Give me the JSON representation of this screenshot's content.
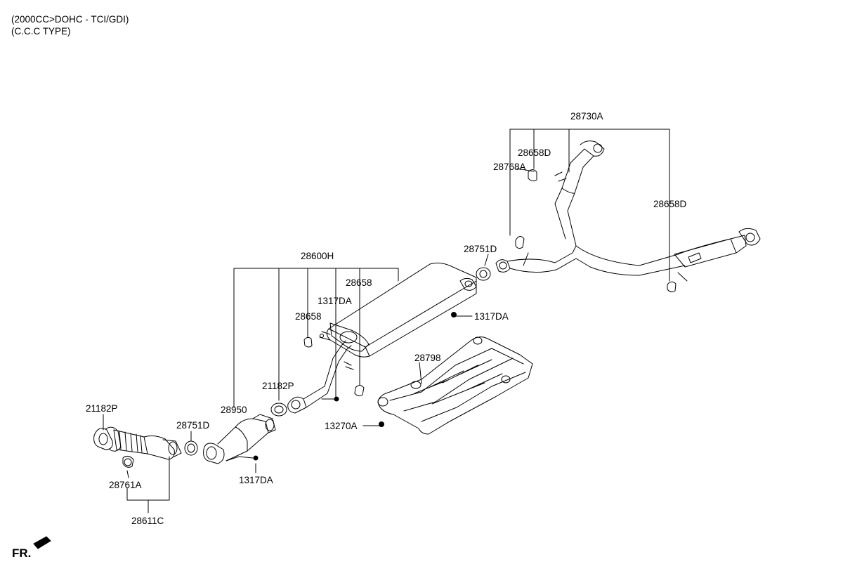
{
  "header": {
    "line1": "(2000CC>DOHC - TCI/GDI)",
    "line2": "(C.C.C TYPE)"
  },
  "direction_indicator": {
    "label": "FR."
  },
  "labels": {
    "l28730A": "28730A",
    "l28658D_a": "28658D",
    "l28768A": "28768A",
    "l28658D_b": "28658D",
    "l28751D_a": "28751D",
    "l28600H": "28600H",
    "l28658_a": "28658",
    "l1317DA_a": "1317DA",
    "l28658_b": "28658",
    "l1317DA_b": "1317DA",
    "l28798": "28798",
    "l21182P_a": "21182P",
    "l28950": "28950",
    "l13270A": "13270A",
    "l21182P_b": "21182P",
    "l28751D_b": "28751D",
    "l1317DA_c": "1317DA",
    "l28761A": "28761A",
    "l28611C": "28611C"
  }
}
